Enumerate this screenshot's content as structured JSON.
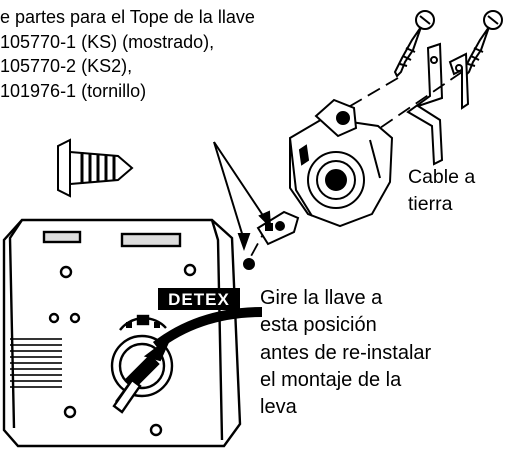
{
  "parts_note": {
    "lines": [
      "e partes para el Tope de la llave",
      "105770-1 (KS) (mostrado),",
      "105770-2 (KS2),",
      "101976-1 (tornillo)"
    ]
  },
  "ground_cable_label": {
    "lines": [
      "Cable a",
      "tierra"
    ]
  },
  "key_instruction": {
    "lines": [
      "Gire la llave a",
      "esta posición",
      "antes de re-instalar",
      "el montaje de la",
      "leva"
    ]
  },
  "brand_logo_text": "DETEX"
}
